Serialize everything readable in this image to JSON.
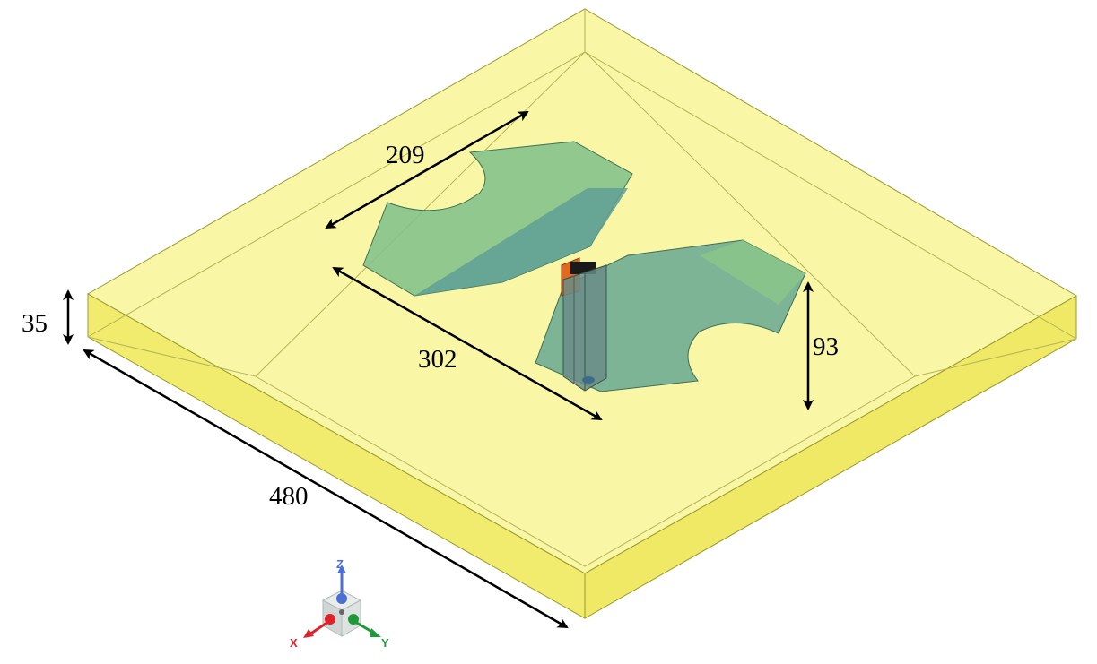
{
  "dimensions": {
    "upper_patch_width": "209",
    "patch_span": "302",
    "patch_height": "93",
    "box_thickness": "35",
    "box_side": "480"
  },
  "triad": {
    "x": "X",
    "y": "Y",
    "z": "Z"
  },
  "colors": {
    "box_fill": "#f6f27a",
    "box_edge": "#9a9a30",
    "patch": "#5b9e82",
    "feed": "#e06a20",
    "x_axis": "#e0202a",
    "y_axis": "#1f9a3a",
    "z_axis": "#4a6fd8"
  }
}
